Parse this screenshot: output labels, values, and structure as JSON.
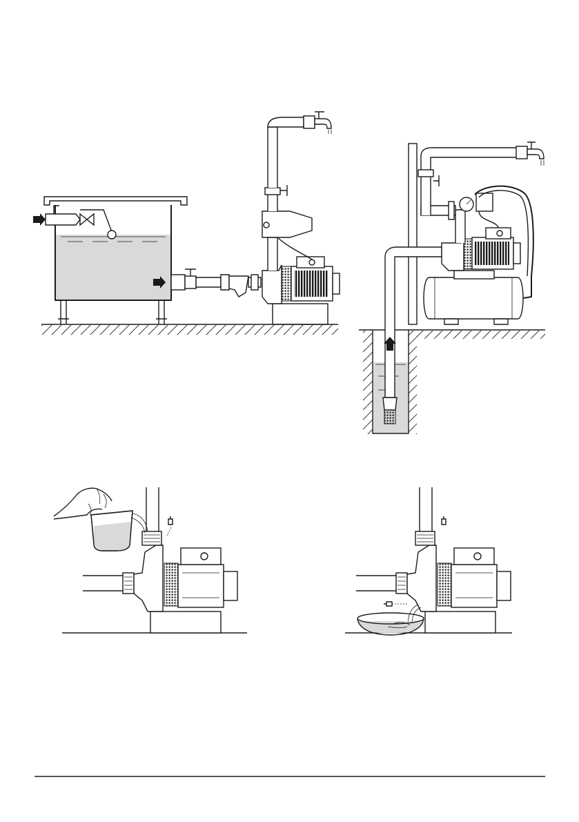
{
  "page": {
    "background": "#ffffff",
    "line_color": "#1a1a1a",
    "water_color": "#d9d9d9"
  },
  "figures": [
    {
      "id": "tank-installation",
      "label": ""
    },
    {
      "id": "well-installation",
      "label": ""
    },
    {
      "id": "priming-fill",
      "label": ""
    },
    {
      "id": "priming-drain",
      "label": ""
    }
  ]
}
